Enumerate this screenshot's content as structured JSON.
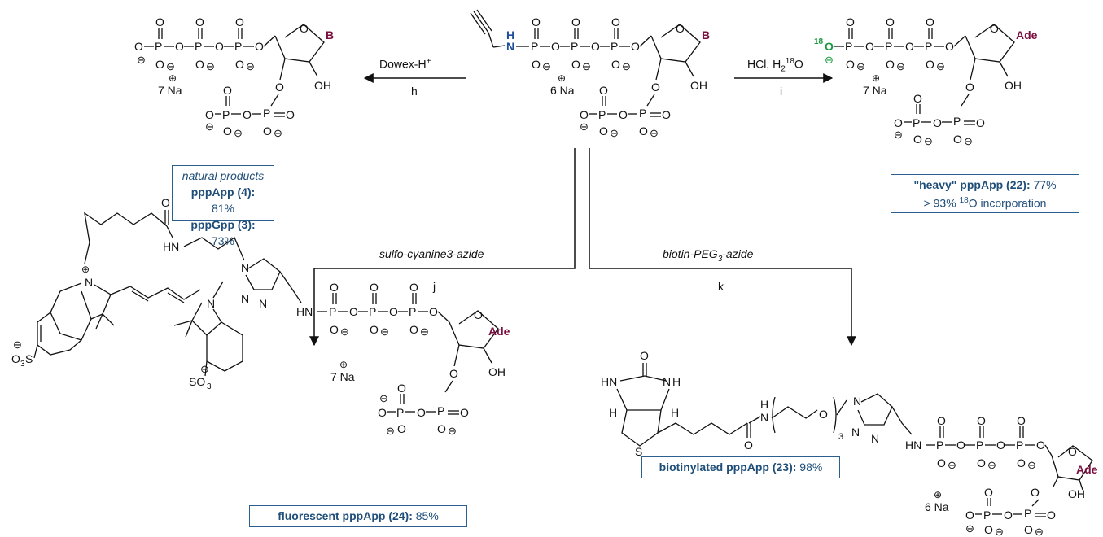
{
  "reagents": {
    "h_reagent": "Dowex-H",
    "h_reagent_sup": "+",
    "h_letter": "h",
    "i_reagent": "HCl, H",
    "i_reagent_sub": "2",
    "i_reagent_sup": "18",
    "i_reagent_tail": "O",
    "i_letter": "i",
    "j_reagent": "sulfo-cyanine3-azide",
    "j_letter": "j",
    "k_reagent_a": "biotin-PEG",
    "k_reagent_sub": "3",
    "k_reagent_b": "-azide",
    "k_letter": "k"
  },
  "counterions": {
    "start": "6 Na",
    "left": "7 Na",
    "right": "7 Na",
    "fluor": "7 Na",
    "biotin": "6 Na"
  },
  "boxes": {
    "natural": {
      "heading": "natural products",
      "line1_name": "pppApp (4):",
      "line1_yield": " 81%",
      "line2_name": "pppGpp (3):",
      "line2_yield": " 73%"
    },
    "heavy": {
      "line1_name": "\"heavy\" pppApp (22):",
      "line1_yield": " 77%",
      "line2_pre": "> 93% ",
      "line2_sup": "18",
      "line2_post": "O incorporation"
    },
    "fluorescent": {
      "name": "fluorescent pppApp (24):",
      "yield": " 85%"
    },
    "biotinylated": {
      "name": "biotinylated pppApp (23):",
      "yield": " 98%"
    }
  },
  "atoms": {
    "base": "B",
    "adenine": "Ade",
    "nh": "N",
    "h": "H",
    "o18": "18",
    "o": "O",
    "p": "P",
    "oh": "OH",
    "hn": "HN",
    "s": "S",
    "so3": "SO",
    "so3_sub": "3",
    "o3s": "O",
    "o3s_sub": "3",
    "o3s_tail": "S",
    "n": "N",
    "nn": "N",
    "peg_sub": "3",
    "minus": "⊖",
    "plus": "⊕"
  },
  "colors": {
    "base": "#7a1040",
    "nh_blue": "#1f4e9a",
    "o18_green": "#1a9a40",
    "box_text": "#1f4e79",
    "box_border": "#2a5f8f"
  }
}
